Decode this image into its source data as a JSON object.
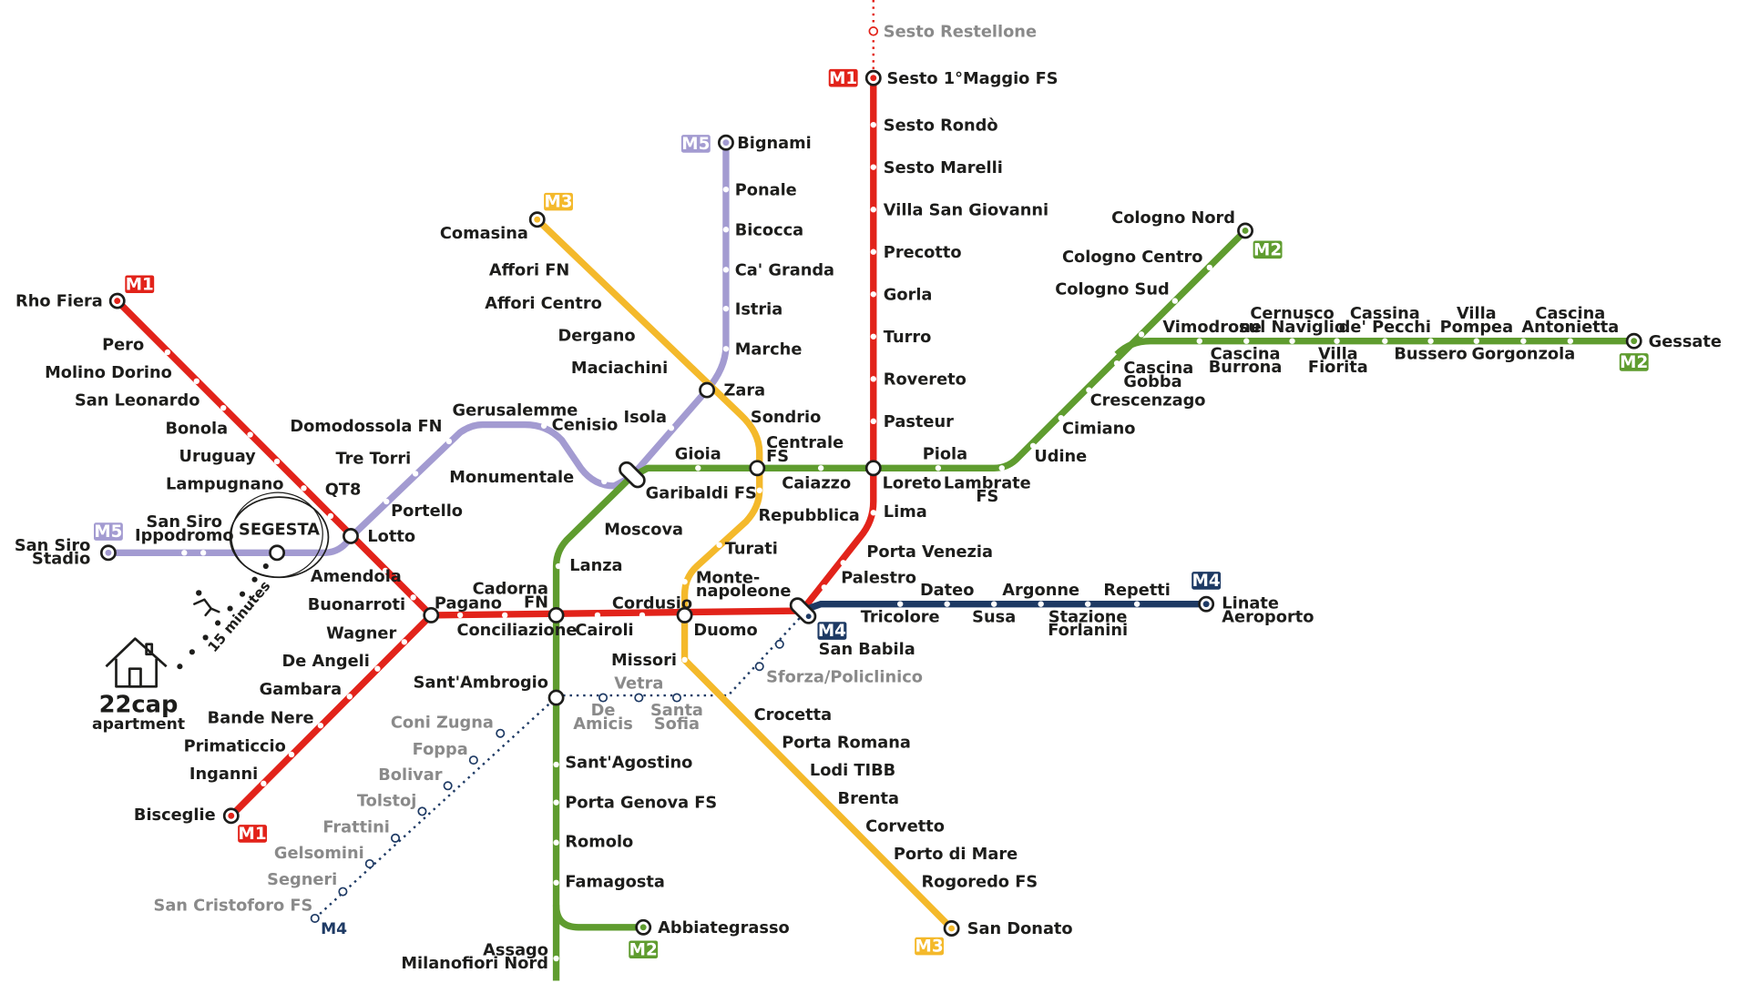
{
  "lines": {
    "M1": {
      "label": "M1",
      "color": "#e2231a"
    },
    "M2": {
      "label": "M2",
      "color": "#5f9c2f"
    },
    "M3": {
      "label": "M3",
      "color": "#f4b92b"
    },
    "M4": {
      "label": "M4",
      "color": "#1e3a64"
    },
    "M5": {
      "label": "M5",
      "color": "#a39bd1"
    }
  },
  "stations": {
    "sesto_restellone": "Sesto Restellone",
    "sesto_1_maggio": "Sesto 1°Maggio FS",
    "sesto_rondo": "Sesto Rondò",
    "sesto_marelli": "Sesto Marelli",
    "villa_san_giovanni": "Villa San Giovanni",
    "precotto": "Precotto",
    "gorla": "Gorla",
    "turro": "Turro",
    "rovereto": "Rovereto",
    "pasteur": "Pasteur",
    "loreto": "Loreto",
    "lima": "Lima",
    "porta_venezia": "Porta Venezia",
    "palestro": "Palestro",
    "san_babila": "San Babila",
    "duomo": "Duomo",
    "cordusio": "Cordusio",
    "cairoli": "Cairoli",
    "cadorna_fn": "Cadorna FN",
    "conciliazione": "Conciliazione",
    "pagano": "Pagano",
    "buonarroti": "Buonarroti",
    "amendola": "Amendola",
    "lotto": "Lotto",
    "qt8": "QT8",
    "lampugnano": "Lampugnano",
    "uruguay": "Uruguay",
    "bonola": "Bonola",
    "san_leonardo": "San Leonardo",
    "molino_dorino": "Molino Dorino",
    "pero": "Pero",
    "rho_fiera": "Rho Fiera",
    "wagner": "Wagner",
    "de_angeli": "De Angeli",
    "gambara": "Gambara",
    "bande_nere": "Bande Nere",
    "primaticcio": "Primaticcio",
    "inganni": "Inganni",
    "bisceglie": "Bisceglie",
    "bignami": "Bignami",
    "ponale": "Ponale",
    "bicocca": "Bicocca",
    "ca_granda": "Ca' Granda",
    "istria": "Istria",
    "marche": "Marche",
    "zara": "Zara",
    "isola": "Isola",
    "garibaldi_fs": "Garibaldi FS",
    "monumentale": "Monumentale",
    "cenisio": "Cenisio",
    "gerusalemme": "Gerusalemme",
    "domodossola_fn": "Domodossola FN",
    "tre_torri": "Tre Torri",
    "portello": "Portello",
    "segesta": "SEGESTA",
    "san_siro_ippodromo": "San Siro Ippodromo",
    "san_siro_stadio": "San Siro Stadio",
    "comasina": "Comasina",
    "affori_fn": "Affori FN",
    "affori_centro": "Affori Centro",
    "dergano": "Dergano",
    "maciachini": "Maciachini",
    "sondrio": "Sondrio",
    "centrale_fs": "Centrale FS",
    "repubblica": "Repubblica",
    "turati": "Turati",
    "montenapoleone": "Monte-napoleone",
    "missori": "Missori",
    "crocetta": "Crocetta",
    "porta_romana": "Porta Romana",
    "lodi_tibb": "Lodi TIBB",
    "brenta": "Brenta",
    "corvetto": "Corvetto",
    "porto_di_mare": "Porto di Mare",
    "rogoredo_fs": "Rogoredo FS",
    "san_donato": "San Donato",
    "cologno_nord": "Cologno Nord",
    "cologno_centro": "Cologno Centro",
    "cologno_sud": "Cologno Sud",
    "gessate": "Gessate",
    "vimodrone": "Vimodrone",
    "cascina_burrona": "Cascina Burrona",
    "cernusco": "Cernusco sul Naviglio",
    "villa_fiorita": "Villa Fiorita",
    "cassina_de_pecchi": "Cassina de' Pecchi",
    "bussero": "Bussero",
    "villa_pompea": "Villa Pompea",
    "gorgonzola": "Gorgonzola",
    "cascina_antonietta": "Cascina Antonietta",
    "cascina_gobba": "Cascina Gobba",
    "crescenzago": "Crescenzago",
    "cimiano": "Cimiano",
    "udine": "Udine",
    "lambrate_fs": "Lambrate FS",
    "piola": "Piola",
    "caiazzo": "Caiazzo",
    "gioia": "Gioia",
    "moscova": "Moscova",
    "lanza": "Lanza",
    "santambrogio": "Sant'Ambrogio",
    "santagostino": "Sant'Agostino",
    "porta_genova_fs": "Porta Genova FS",
    "romolo": "Romolo",
    "famagosta": "Famagosta",
    "abbiategrasso": "Abbiategrasso",
    "assago": "Assago Milanofiori Nord",
    "linate": "Linate Aeroporto",
    "repetti": "Repetti",
    "stazione_forlanini": "Stazione Forlanini",
    "argonne": "Argonne",
    "susa": "Susa",
    "dateo": "Dateo",
    "tricolore": "Tricolore",
    "sforza_policlinico": "Sforza/Policlinico",
    "santa_sofia": "Santa Sofia",
    "vetra": "Vetra",
    "de_amicis": "De Amicis",
    "coni_zugna": "Coni Zugna",
    "foppa": "Foppa",
    "bolivar": "Bolivar",
    "tolstoj": "Tolstoj",
    "frattini": "Frattini",
    "gelsomini": "Gelsomini",
    "segneri": "Segneri",
    "san_cristoforo_fs": "San Cristoforo FS"
  },
  "walk": {
    "text": "15 minutes"
  },
  "apartment": {
    "name": "22cap",
    "subtitle": "apartment"
  }
}
